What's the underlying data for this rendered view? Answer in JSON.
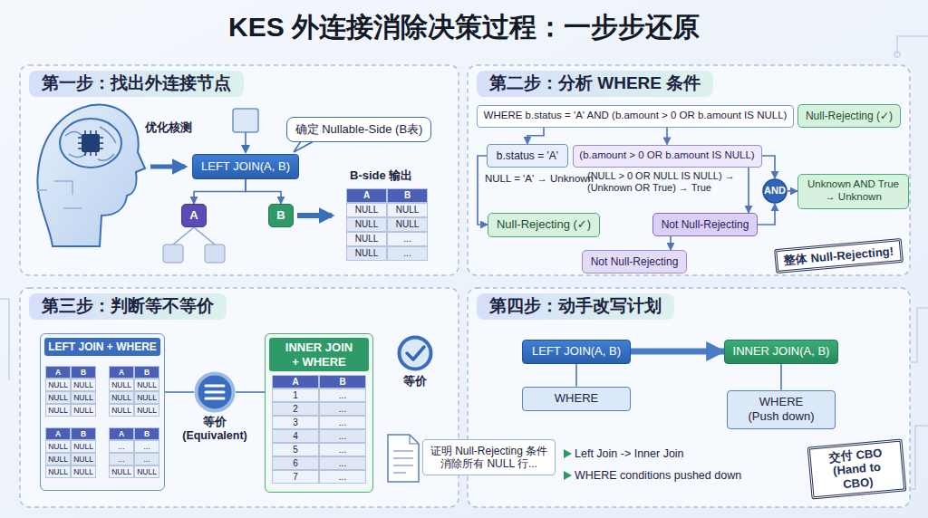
{
  "diagram": {
    "title": "KES 外连接消除决策过程：一步步还原",
    "nodes": [
      {
        "text": [
          "第一步：找出外连接节点"
        ]
      },
      {
        "text": [
          "LEFT JOIN(A, B)"
        ],
        "in": 0
      },
      {
        "text": [
          "确定 Nullable-Side (B表)"
        ],
        "in": 0
      },
      {
        "text": [
          "A"
        ],
        "in": 0
      },
      {
        "text": [
          "B"
        ],
        "in": 0
      },
      {
        "text": [
          "第二步：分析 WHERE 条件"
        ]
      },
      {
        "text": [
          "WHERE b.status = 'A' AND (b.amount > 0 OR b.amount IS NULL)"
        ],
        "in": 5
      },
      {
        "text": [
          "Null-Rejecting (✓)"
        ],
        "in": 5
      },
      {
        "text": [
          "b.status = 'A'"
        ],
        "in": 5
      },
      {
        "text": [
          "(b.amount > 0 OR b.amount IS NULL)"
        ],
        "in": 5
      },
      {
        "text": [
          "Null-Rejecting (✓)"
        ],
        "in": 5
      },
      {
        "text": [
          "Not Null-Rejecting"
        ],
        "in": 5
      },
      {
        "text": [
          "Not Null-Rejecting"
        ],
        "in": 5
      },
      {
        "text": [
          "AND"
        ],
        "in": 5
      },
      {
        "text": [
          "Unknown AND True → Unknown"
        ],
        "in": 5
      },
      {
        "text": [
          "整体 Null-Rejecting!"
        ],
        "in": 5
      },
      {
        "text": [
          "第三步：判断等不等价"
        ]
      },
      {
        "text": [
          "LEFT JOIN + WHERE"
        ],
        "in": 16
      },
      {
        "text": [
          "等价 (Equivalent)"
        ],
        "in": 16
      },
      {
        "text": [
          "INNER JOIN + WHERE"
        ],
        "in": 16
      },
      {
        "text": [
          "等价"
        ],
        "in": 16
      },
      {
        "text": [
          "证明 Null-Rejecting 条件消除所有 NULL 行..."
        ],
        "in": 16
      },
      {
        "text": [
          "第四步：动手改写计划"
        ]
      },
      {
        "text": [
          "LEFT JOIN(A, B)"
        ],
        "in": 22
      },
      {
        "text": [
          "WHERE"
        ],
        "in": 22
      },
      {
        "text": [
          "INNER JOIN(A, B)"
        ],
        "in": 22
      },
      {
        "text": [
          "WHERE (Push down)"
        ],
        "in": 22
      },
      {
        "text": [
          "交付 CBO (Hand to CBO)"
        ],
        "in": 22
      }
    ],
    "edges": [
      {
        "from": 1,
        "to": 3,
        "arrow": "to"
      },
      {
        "from": 1,
        "to": 4,
        "arrow": "to"
      },
      {
        "from": 6,
        "to": 8,
        "arrow": "to"
      },
      {
        "from": 6,
        "to": 9,
        "arrow": "to"
      },
      {
        "from": 8,
        "to": 10,
        "arrow": "to"
      },
      {
        "from": 9,
        "to": 11,
        "arrow": "to"
      },
      {
        "from": 9,
        "to": 13,
        "arrow": "to"
      },
      {
        "from": 11,
        "to": 13,
        "arrow": "to"
      },
      {
        "from": 13,
        "to": 14,
        "arrow": "to"
      },
      {
        "from": 11,
        "to": 12,
        "arrow": "to"
      },
      {
        "from": 17,
        "to": 18,
        "arrow": "none"
      },
      {
        "from": 18,
        "to": 19,
        "arrow": "none"
      },
      {
        "from": 23,
        "to": 24,
        "arrow": "none"
      },
      {
        "from": 25,
        "to": 26,
        "arrow": "none"
      },
      {
        "from": 23,
        "to": 25,
        "arrow": "to"
      }
    ],
    "labels": [
      "优化核测",
      "B-side 输出",
      "A",
      "B",
      "NULL",
      "NULL",
      "NULL",
      "NULL",
      "NULL",
      "...",
      "NULL",
      "...",
      "NULL = 'A' → Unknown",
      "(NULL > 0 OR NULL IS NULL) → (Unknown OR True) → True",
      "A",
      "B",
      "NULL",
      "NULL",
      "NULL",
      "NULL",
      "NULL",
      "NULL",
      "A",
      "B",
      "NULL",
      "NULL",
      "NULL",
      "NULL",
      "NULL",
      "NULL",
      "A",
      "B",
      "NULL",
      "NULL",
      "NULL",
      "NULL",
      "NULL",
      "NULL",
      "A",
      "B",
      "...",
      "...",
      "...",
      "...",
      "NULL",
      "NULL",
      "A",
      "B",
      "1",
      "...",
      "2",
      "...",
      "3",
      "...",
      "4",
      "...",
      "5",
      "...",
      "6",
      "...",
      "7",
      "...",
      "Left Join -> Inner Join",
      "WHERE conditions pushed down"
    ]
  }
}
